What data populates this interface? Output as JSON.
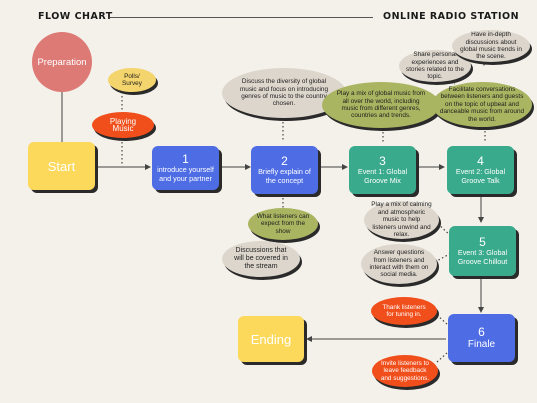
{
  "header": {
    "left": "FLOW CHART",
    "right": "ONLINE RADIO STATION"
  },
  "nodes": {
    "preparation": "Preparation",
    "polls": "Polls/ Survey",
    "playing_music": "Playing Music",
    "start": "Start",
    "step1": {
      "num": "1",
      "label": "introduce yourself and your partner"
    },
    "step2": {
      "num": "2",
      "label": "Briefly explain of the concept"
    },
    "step3": {
      "num": "3",
      "label": "Event 1: Global Groove Mix"
    },
    "step4": {
      "num": "4",
      "label": "Event 2: Global Groove Talk"
    },
    "step5": {
      "num": "5",
      "label": "Event 3: Global Groove Chillout"
    },
    "step6": {
      "num": "6",
      "label": "Finale"
    },
    "ending": "Ending"
  },
  "bubbles": {
    "diversity": "Discuss the diversity of global music and focus on introducing genres of music to the country chosen.",
    "mix": "Play a mix of global music from all over the world, including music from different genres, countries and trends.",
    "personal": "Share personal experiences and stories related to the topic.",
    "indepth": "Have in-depth discussions about global music trends in the scene.",
    "facilitate": "Facilitate conversations between listeners and guests on the topic of upbeat and danceable music from around the world.",
    "expect": "What listeners can expect from the show",
    "covered": "Discussions that will be covered in the stream",
    "calming": "Play a mix of calming and atmospheric music to help listeners unwind and relax.",
    "answer": "Answer questions from listeners and interact with them on social media.",
    "thank": "Thank listeners for tuning in.",
    "invite": "Invite listeners to leave feedback and suggestions."
  },
  "colors": {
    "background": "#f4f1ea",
    "blue": "#4e6de5",
    "teal": "#39aa8c",
    "yellow": "#fcd95b",
    "beige": "#ddd6cd",
    "olive": "#a9b561",
    "orange": "#f04f1c",
    "pink": "#de7a76"
  }
}
